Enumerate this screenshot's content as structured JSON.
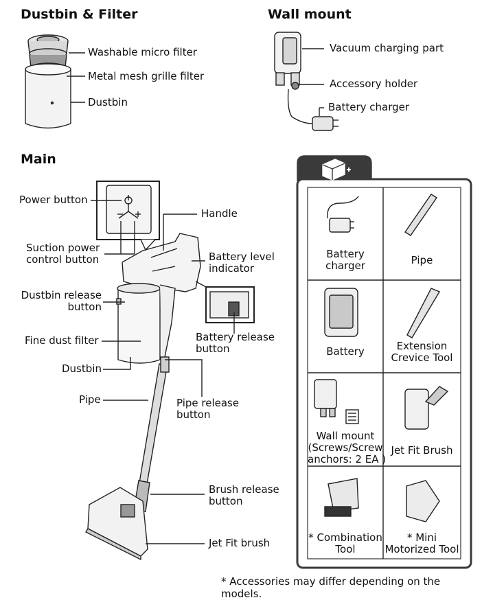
{
  "dustbin_filter": {
    "heading": "Dustbin & Filter",
    "labels": {
      "micro_filter": "Washable micro filter",
      "mesh_filter": "Metal mesh grille filter",
      "dustbin": "Dustbin"
    }
  },
  "wall_mount": {
    "heading": "Wall mount",
    "labels": {
      "charging_part": "Vacuum charging part",
      "accessory_holder": "Accessory holder",
      "battery_charger": "Battery charger"
    }
  },
  "main": {
    "heading": "Main",
    "labels": {
      "power_button": "Power button",
      "handle": "Handle",
      "suction_line1": "Suction power",
      "suction_line2": "control button",
      "battery_level_line1": "Battery level",
      "battery_level_line2": "indicator",
      "dustbin_release_line1": "Dustbin release",
      "dustbin_release_line2": "button",
      "battery_release_line1": "Battery release",
      "battery_release_line2": "button",
      "fine_dust_filter": "Fine dust filter",
      "dustbin": "Dustbin",
      "pipe": "Pipe",
      "pipe_release_line1": "Pipe release",
      "pipe_release_line2": "button",
      "brush_release_line1": "Brush release",
      "brush_release_line2": "button",
      "jet_fit_brush": "Jet Fit brush"
    }
  },
  "accessories": {
    "items": [
      {
        "line1": "Battery",
        "line2": "charger",
        "icon": "battery-charger-icon"
      },
      {
        "line1": "Pipe",
        "line2": "",
        "icon": "pipe-icon"
      },
      {
        "line1": "Battery",
        "line2": "",
        "icon": "battery-icon"
      },
      {
        "line1": "Extension",
        "line2": "Crevice Tool",
        "icon": "crevice-tool-icon"
      },
      {
        "line1": "Wall mount",
        "line2": "(Screws/Screw",
        "line3": "anchors: 2 EA )",
        "icon": "wall-mount-icon"
      },
      {
        "line1": "Jet Fit Brush",
        "line2": "",
        "icon": "jet-fit-brush-icon"
      },
      {
        "line1": "* Combination",
        "line2": "Tool",
        "icon": "combination-tool-icon"
      },
      {
        "line1": "* Mini",
        "line2": "Motorized Tool",
        "icon": "mini-motorized-tool-icon"
      }
    ]
  },
  "footnote": "* Accessories may differ depending on the models."
}
